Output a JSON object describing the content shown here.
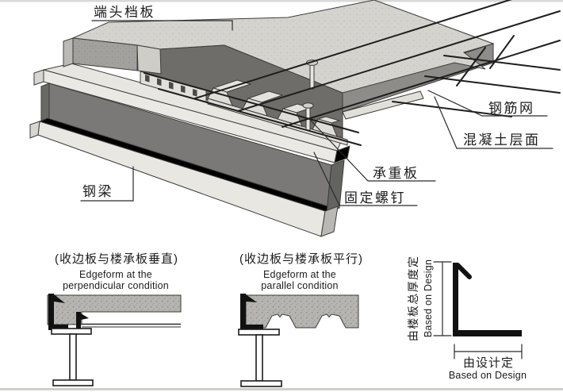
{
  "palette": {
    "ink": "#1f1f1f",
    "concrete_light": "#d5d3ce",
    "concrete_mid": "#a3a19d",
    "concrete_dark": "#6f6d6a",
    "steel_web": "#7b7977",
    "steel_light": "#ebe9e4",
    "detail_concrete": "#b7b5b1"
  },
  "main_view": {
    "labels": {
      "end_baffle": "端头档板",
      "steel_beam": "钢梁",
      "fixing_screw": "固定螺钉",
      "bearing_deck": "承重板",
      "concrete_layer": "混凝土层面",
      "rebar_mesh": "钢筋网"
    }
  },
  "details": {
    "perpendicular": {
      "title_zh": "(收边板与楼承板垂直)",
      "title_en_1": "Edgeform at the",
      "title_en_2": "perpendicular condition"
    },
    "parallel": {
      "title_zh": "(收边板与楼承板平行)",
      "title_en_1": "Edgeform at the",
      "title_en_2": "parallel condition"
    },
    "edge_trim": {
      "height_dim_zh": "由楼板总厚度定",
      "height_dim_en": "Based on Design",
      "width_dim_zh": "由设计定",
      "width_dim_en": "Based on Design"
    }
  }
}
